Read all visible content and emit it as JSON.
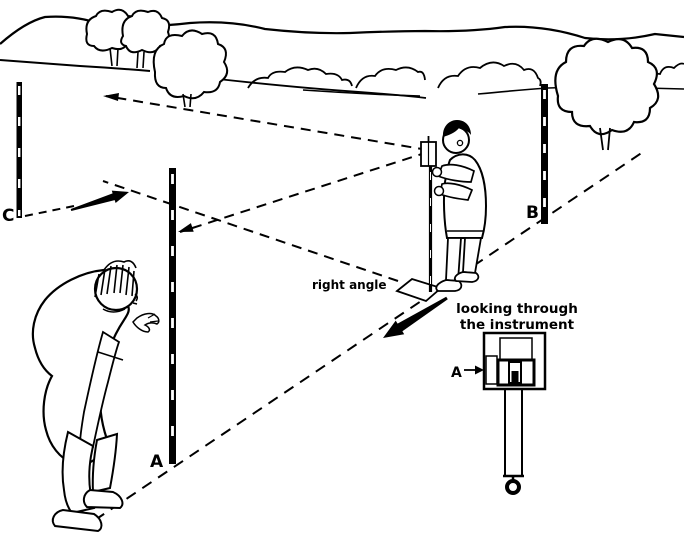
{
  "page": {
    "background_color": "#ffffff",
    "ink_color": "#000000",
    "description": "surveying-offset-diagram"
  },
  "scene": {
    "pole_labels": {
      "c": "C",
      "a": "A",
      "b": "B"
    },
    "annotations": {
      "right_angle": "right angle"
    },
    "inset": {
      "caption_line1": "looking through",
      "caption_line2": "the instrument",
      "pointer_label": "A"
    }
  }
}
